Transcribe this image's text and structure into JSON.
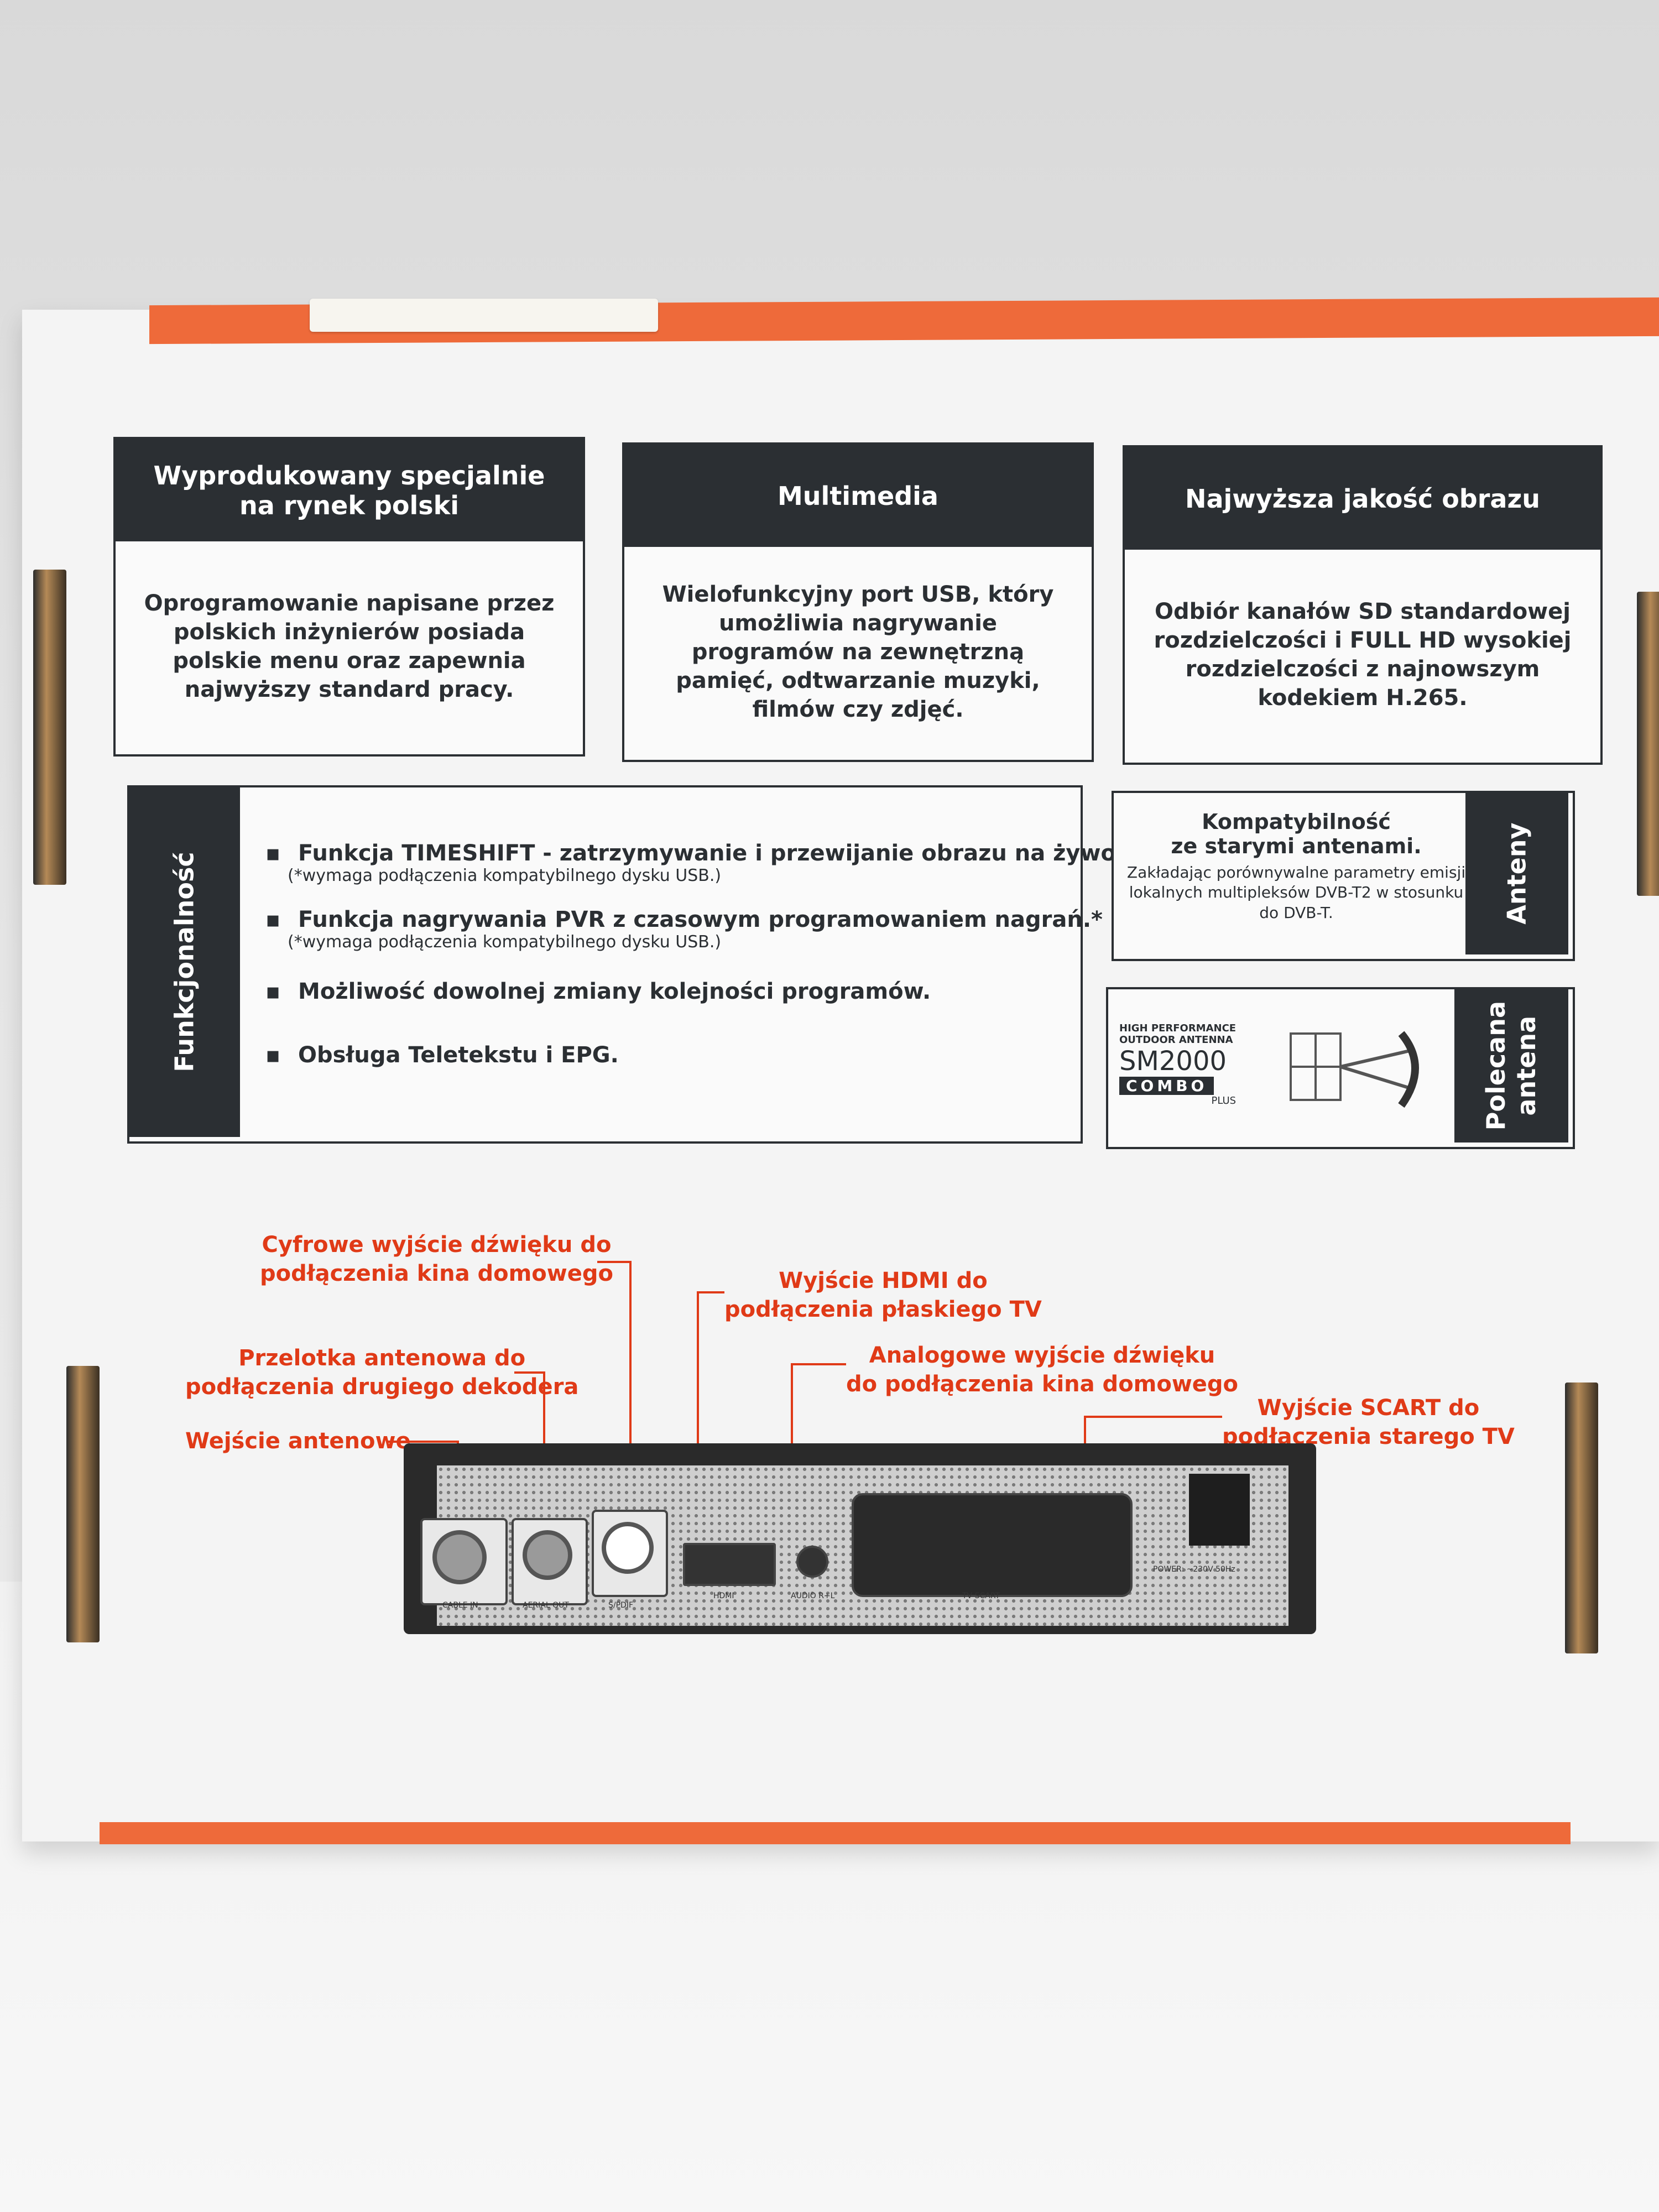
{
  "panels": [
    {
      "title_line1": "Wyprodukowany specjalnie",
      "title_line2": "na rynek polski",
      "body": "Oprogramowanie napisane przez polskich inżynierów posiada polskie menu oraz zapewnia najwyższy standard pracy."
    },
    {
      "title": "Multimedia",
      "body": "Wielofunkcyjny port USB, który umożliwia nagrywanie programów na zewnętrzną pamięć, odtwarzanie muzyki, filmów czy zdjęć."
    },
    {
      "title": "Najwyższa jakość obrazu",
      "body": "Odbiór kanałów SD standardowej rozdzielczości i FULL HD wysokiej rozdzielczości z najnowszym kodekiem H.265."
    }
  ],
  "functionality": {
    "tab": "Funkcjonalność",
    "items": [
      {
        "text": "Funkcja TIMESHIFT - zatrzymywanie i przewijanie obrazu na żywo.*",
        "note": "(*wymaga podłączenia kompatybilnego dysku USB.)"
      },
      {
        "text": "Funkcja nagrywania PVR z czasowym programowaniem nagrań.*",
        "note": "(*wymaga podłączenia kompatybilnego dysku USB.)"
      },
      {
        "text": "Możliwość dowolnej zmiany kolejności programów.",
        "note": ""
      },
      {
        "text": "Obsługa Teletekstu i EPG.",
        "note": ""
      }
    ]
  },
  "antennas": {
    "tab": "Anteny",
    "title_line1": "Kompatybilność",
    "title_line2": "ze starymi antenami.",
    "body": "Zakładając porównywalne parametry emisji lokalnych multipleksów DVB-T2 w stosunku do DVB-T."
  },
  "recommended": {
    "tab_line1": "Polecana",
    "tab_line2": "antena",
    "logo_small_1": "HIGH PERFORMANCE",
    "logo_small_2": "OUTDOOR ANTENNA",
    "logo_model": "SM2000",
    "logo_combo": "COMBO",
    "logo_plus": "PLUS"
  },
  "callouts": {
    "digital_audio_1": "Cyfrowe wyjście dźwięku do",
    "digital_audio_2": "podłączenia kina domowego",
    "hdmi_1": "Wyjście HDMI do",
    "hdmi_2": "podłączenia płaskiego TV",
    "loop_1": "Przelotka antenowa do",
    "loop_2": "podłączenia drugiego dekodera",
    "analog_audio_1": "Analogowe wyjście dźwięku",
    "analog_audio_2": "do podłączenia kina domowego",
    "scart_1": "Wyjście SCART do",
    "scart_2": "podłączenia starego TV",
    "antenna_in": "Wejście antenowe"
  },
  "device_labels": {
    "rf_in": "CABLE IN",
    "rf_out": "AERIAL OUT",
    "spdif": "S/PDIF",
    "hdmi": "HDMI",
    "audio": "AUDIO R+L",
    "scart": "TV SCART",
    "power": "POWER: ~230V 50Hz"
  },
  "colors": {
    "accent": "#e03a17",
    "dark": "#2b2f33",
    "box_orange": "#ee6a3a"
  }
}
